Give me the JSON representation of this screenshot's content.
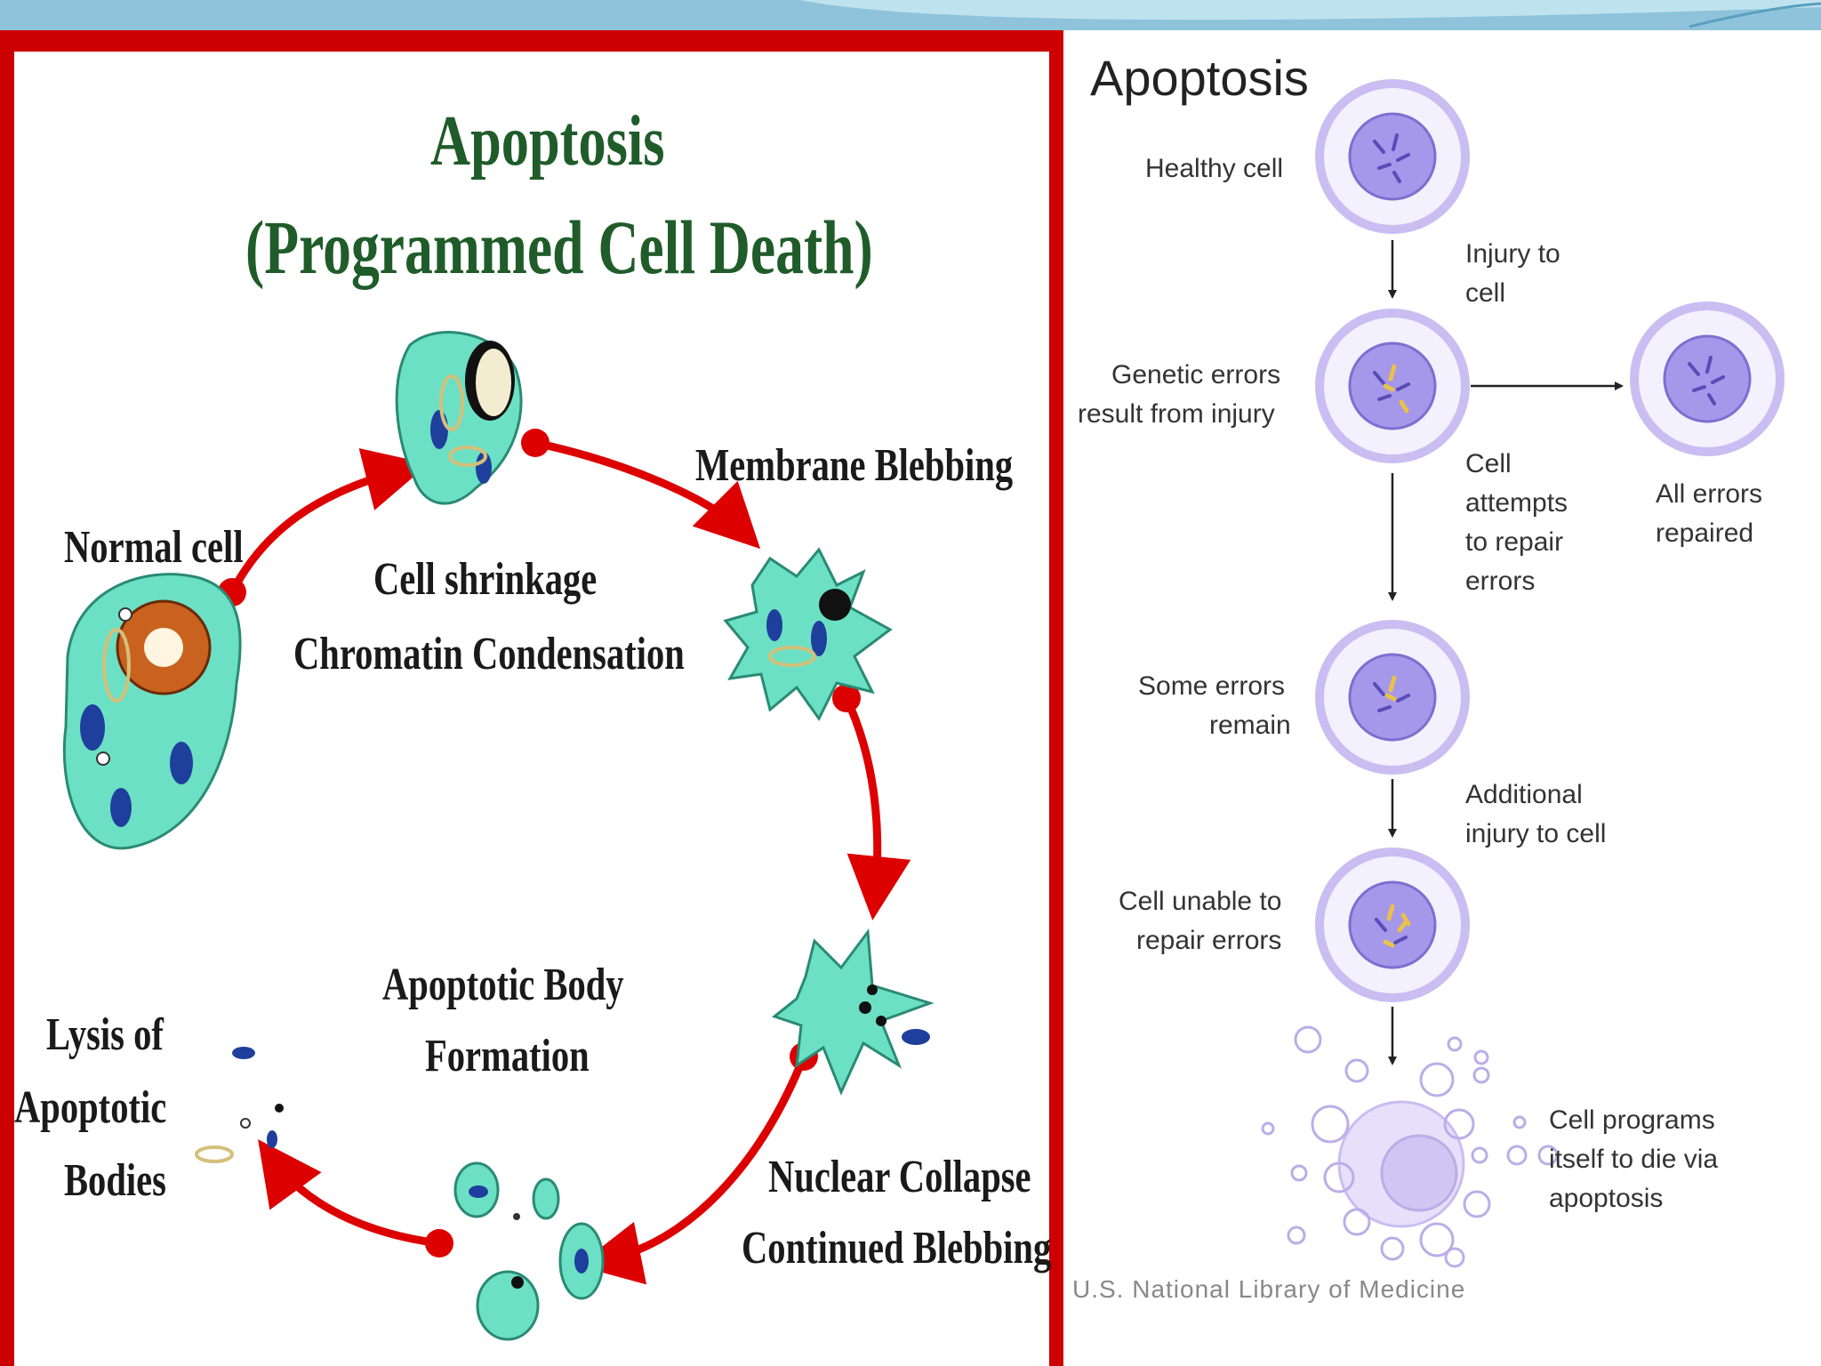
{
  "left_diagram": {
    "title_line1": "Apoptosis",
    "title_line2": "(Programmed Cell Death)",
    "stages": {
      "normal": "Normal cell",
      "shrink_1": "Cell shrinkage",
      "shrink_2": "Chromatin Condensation",
      "blebbing": "Membrane Blebbing",
      "collapse_1": "Nuclear Collapse",
      "collapse_2": "Continued Blebbing",
      "body_1": "Apoptotic Body",
      "body_2": "Formation",
      "lysis_1": "Lysis of",
      "lysis_2": "Apoptotic",
      "lysis_3": "Bodies"
    },
    "colors": {
      "frame": "#cc0000",
      "title": "#1f5c2a",
      "cell": "#6ce0c4",
      "arrow": "#dd0000"
    }
  },
  "right_diagram": {
    "title": "Apoptosis",
    "labels": {
      "healthy": "Healthy cell",
      "injury_1": "Injury to",
      "injury_2": "cell",
      "genetic_1": "Genetic errors",
      "genetic_2": "result from injury",
      "attempt_1": "Cell",
      "attempt_2": "attempts",
      "attempt_3": "to repair",
      "attempt_4": "errors",
      "repaired_1": "All errors",
      "repaired_2": "repaired",
      "remain_1": "Some errors",
      "remain_2": "remain",
      "additional_1": "Additional",
      "additional_2": "injury to cell",
      "unable_1": "Cell unable to",
      "unable_2": "repair errors",
      "programs_1": "Cell programs",
      "programs_2": "itself to die via",
      "programs_3": "apoptosis"
    },
    "credit": "U.S. National Library of Medicine",
    "colors": {
      "cell_ring": "#c9bdf2",
      "nucleus": "#a597ea",
      "error": "#e8c24a"
    }
  }
}
